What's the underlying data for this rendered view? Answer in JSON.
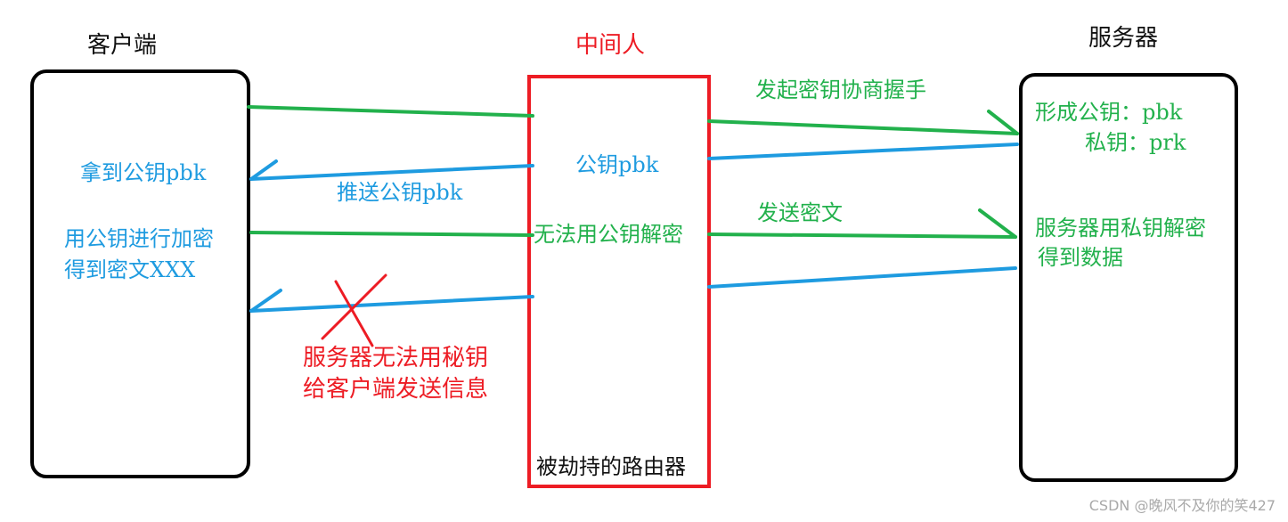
{
  "colors": {
    "box_black": "#000000",
    "box_red": "#ed1c24",
    "arrow_green": "#22b14c",
    "arrow_blue": "#1e9be0",
    "text_red": "#ed1c24",
    "text_black": "#111111"
  },
  "client": {
    "title": "客户端",
    "get_pubkey": "拿到公钥pbk",
    "encrypt_line1": "用公钥进行加密",
    "encrypt_line2": "得到密文XXX"
  },
  "middleman": {
    "title": "中间人",
    "pubkey": "公钥pbk",
    "cannot_decrypt": "无法用公钥解密",
    "box_caption": "被劫持的路由器"
  },
  "server": {
    "title": "服务器",
    "gen_line1": "形成公钥：pbk",
    "gen_line2": "私钥：prk",
    "decrypt_line1": "服务器用私钥解密",
    "decrypt_line2": "得到数据"
  },
  "arrows": {
    "handshake": "发起密钥协商握手",
    "push_pubkey": "推送公钥pbk",
    "send_cipher": "发送密文",
    "fail_line1": "服务器无法用秘钥",
    "fail_line2": "给客户端发送信息"
  },
  "watermark": "CSDN @晚风不及你的笑427"
}
